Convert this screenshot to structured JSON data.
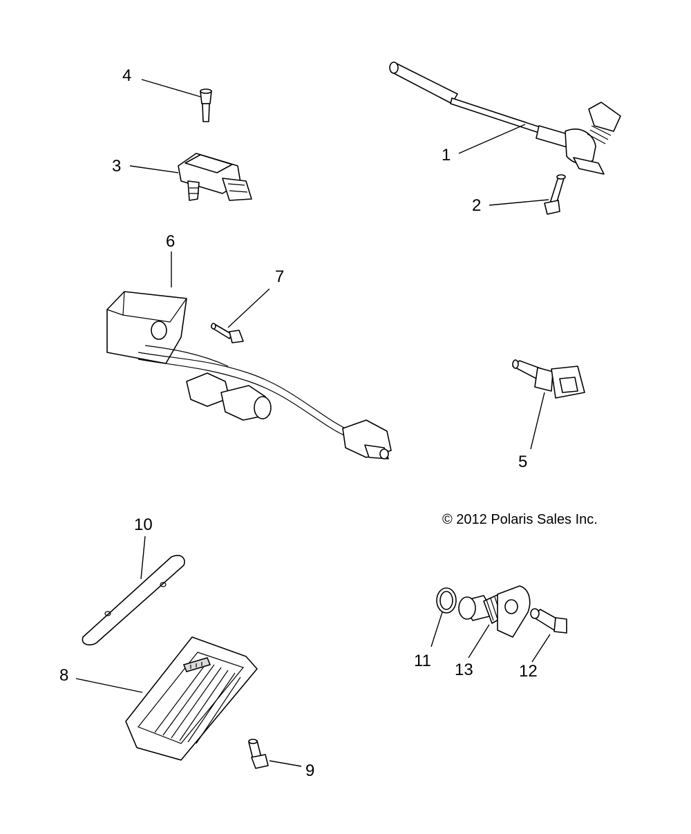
{
  "copyright": "© 2012 Polaris Sales Inc.",
  "callouts": [
    {
      "id": "c1",
      "label": "1"
    },
    {
      "id": "c2",
      "label": "2"
    },
    {
      "id": "c3",
      "label": "3"
    },
    {
      "id": "c4",
      "label": "4"
    },
    {
      "id": "c5",
      "label": "5"
    },
    {
      "id": "c6",
      "label": "6"
    },
    {
      "id": "c7",
      "label": "7"
    },
    {
      "id": "c8",
      "label": "8"
    },
    {
      "id": "c9",
      "label": "9"
    },
    {
      "id": "c10",
      "label": "10"
    },
    {
      "id": "c11",
      "label": "11"
    },
    {
      "id": "c12",
      "label": "12"
    },
    {
      "id": "c13",
      "label": "13"
    }
  ]
}
